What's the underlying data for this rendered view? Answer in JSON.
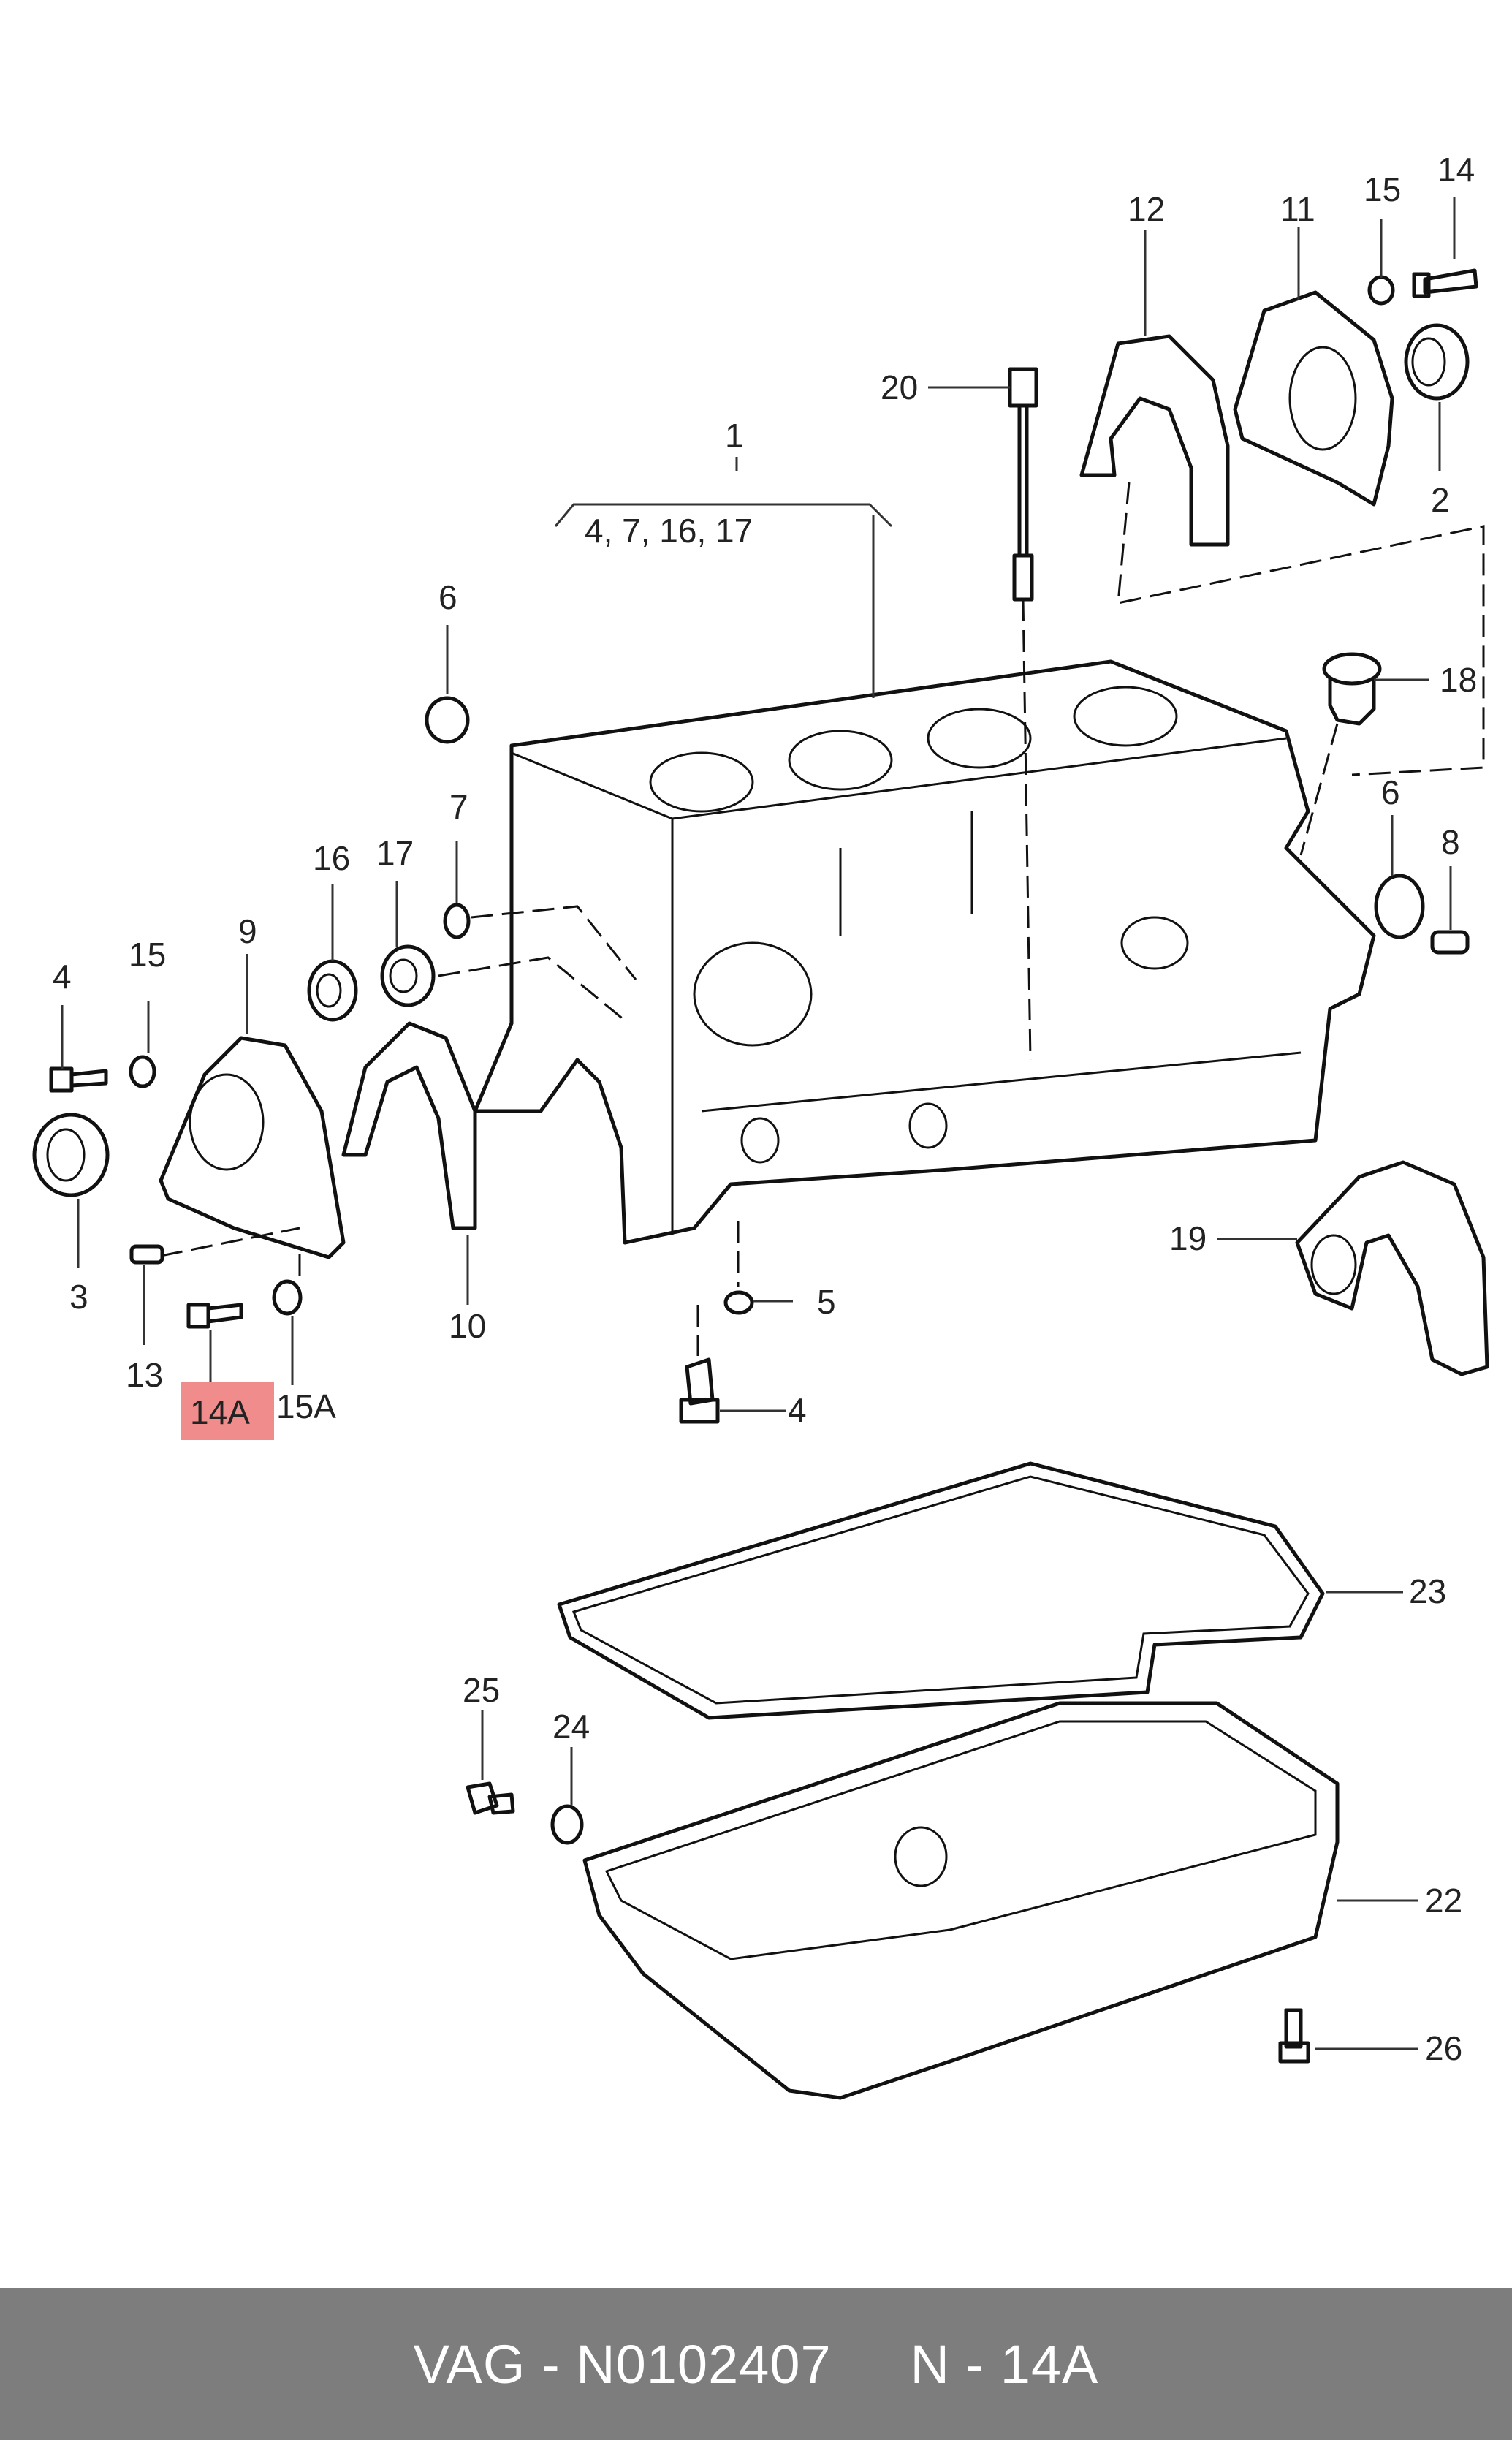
{
  "labels": {
    "l1": "1",
    "l1_sub": "4, 7, 16, 17",
    "l2": "2",
    "l3": "3",
    "l4a": "4",
    "l4b": "4",
    "l5": "5",
    "l6a": "6",
    "l6b": "6",
    "l7": "7",
    "l8": "8",
    "l9": "9",
    "l10": "10",
    "l11": "11",
    "l12": "12",
    "l13": "13",
    "l14": "14",
    "l14a": "14A",
    "l15a": "15",
    "l15b": "15",
    "l15A": "15A",
    "l16": "16",
    "l17": "17",
    "l18": "18",
    "l19": "19",
    "l20": "20",
    "l22": "22",
    "l23": "23",
    "l24": "24",
    "l25": "25",
    "l26": "26"
  },
  "highlight_color": "#f08c8c",
  "footer": {
    "text": "VAG - N0102407     N - 14A"
  }
}
